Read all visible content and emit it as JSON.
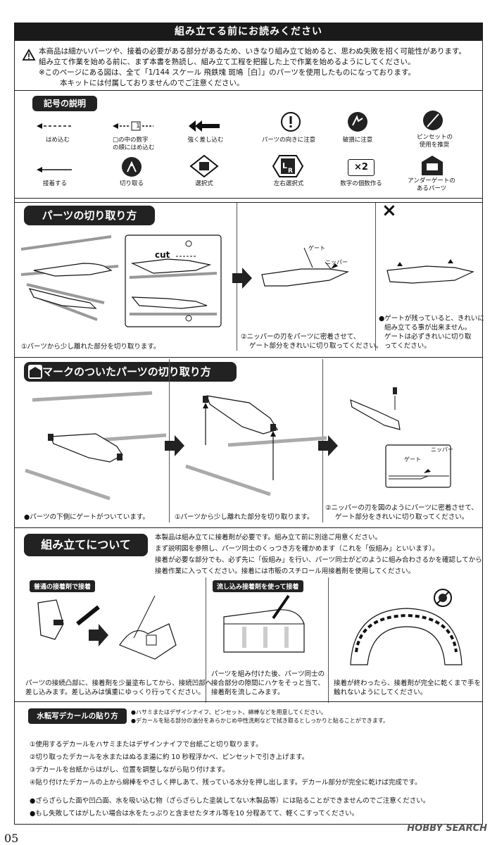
{
  "header": {
    "title": "組み立てる前にお読みください"
  },
  "intro": {
    "lines": [
      "本商品は細かいパーツや、接着の必要がある部分があるため、いきなり組み立て始めると、思わぬ失敗を招く可能性があります。",
      "組み立て作業を始める前に、まず本書を熟読し、組み立て工程を把握した上で作業を始めるようにしてください。",
      "※このページにある図は、全て「1/144 スケール 飛鉄塊 斑鳩［白］」のパーツを使用したものになっております。",
      "本キットには付属しておりませんのでご注意ください。"
    ]
  },
  "symbols": {
    "title": "記号の説明",
    "items": [
      "はめ込む",
      "□の中の数字",
      "の順にはめ込む",
      "強く差し込む",
      "パーツの向きに注意",
      "破損に注意",
      "ピンセットの",
      "使用を推奨",
      "接着する",
      "切り取る",
      "選択式",
      "左右選択式",
      "数字の個数作る",
      "アンダーゲートの",
      "あるパーツ"
    ],
    "num_label": "1",
    "count_label": "×2"
  },
  "cutting": {
    "title": "パーツの切り取り方",
    "cut_label": "cut",
    "gate_label": "ゲート",
    "nipper_label": "ニッパー",
    "step1": "①パーツから少し離れた部分を切り取ります。",
    "step2a": "②ニッパーの刃をパーツに密着させて、",
    "step2b": "ゲート部分をきれいに切り取ってください。",
    "ng_mark": "×",
    "ng1": "●ゲートが残っていると、きれいに",
    "ng2": "組み立てる事が出来ません。",
    "ng3": "ゲートは必ずきれいに切り取",
    "ng4": "ってください。"
  },
  "marked": {
    "title": "マークのついたパーツの切り取り方",
    "note0": "●パーツの下側にゲートがついています。",
    "note1": "①パーツから少し離れた部分を切り取ります。",
    "note2a": "②ニッパーの刃を図のようにパーツに密着させて、",
    "note2b": "ゲート部分をきれいに切り取ってください。",
    "gate_label": "ゲート",
    "nipper_label": "ニッパー"
  },
  "assembly": {
    "title": "組み立てについて",
    "lines": [
      "本製品は組み立てに接着剤が必要です。組み立て前に別途ご用意ください。",
      "まず説明図を参照し、パーツ同士のくっつき方を確かめます（これを「仮組み」といいます）。",
      "接着が必要な部分でも、必ず先に「仮組み」を行い、パーツ同士がどのように組み合わさるかを確認してから",
      "接着作業に入ってください。接着には市販のスチロール用接着剤を使用してください。"
    ],
    "normal_title": "普通の接着剤で接着",
    "normal_a": "パーツの接続凸部に、接着剤を少量塗布してから、接続凹部へ",
    "normal_b": "差し込みます。差し込みは慎重にゆっくり行ってください。",
    "flow_title": "流し込み接着剤を使って接着",
    "flow_a": "パーツを組み付けた後、パーツ同士の",
    "flow_b": "接合部分の隙間にハケをそっと当て、",
    "flow_c": "接着剤を流しこみます。",
    "dry_a": "接着が終わったら、接着剤が完全に乾くまで手を",
    "dry_b": "触れないようにしてください。"
  },
  "decal": {
    "title": "水転写デカールの貼り方",
    "prep1": "●ハサミまたはデザインナイフ、ピンセット、綿棒などを用意してください。",
    "prep2": "●デカールを貼る部分の油分をあらかじめ中性洗剤などで拭き取るとしっかりと貼ることができます。",
    "steps": [
      "①使用するデカールをハサミまたはデザインナイフで台紙ごと切り取ります。",
      "②切り取ったデカールを水またはぬるま湯に約 10 秒程浮かべ、ピンセットで引き上げます。",
      "③デカールを台紙からはがし、位置を調整しながら貼り付けます。",
      "④貼り付けたデカールの上から綿棒をやさしく押しあて、残っている水分を押し出します。デカール部分が完全に乾けば完成です。"
    ],
    "warn1": "●ざらざらした面や凹凸面、水を吸い込む物（ざらざらした塗装してない木製品等）には貼ることができませんのでご注意ください。",
    "warn2": "●もし失敗してはがしたい場合は水をたっぷりと含ませたタオル等を10 分程あてて、軽くこすってください。"
  },
  "footer": {
    "page": "05",
    "watermark": "HOBBY SEARCH"
  }
}
